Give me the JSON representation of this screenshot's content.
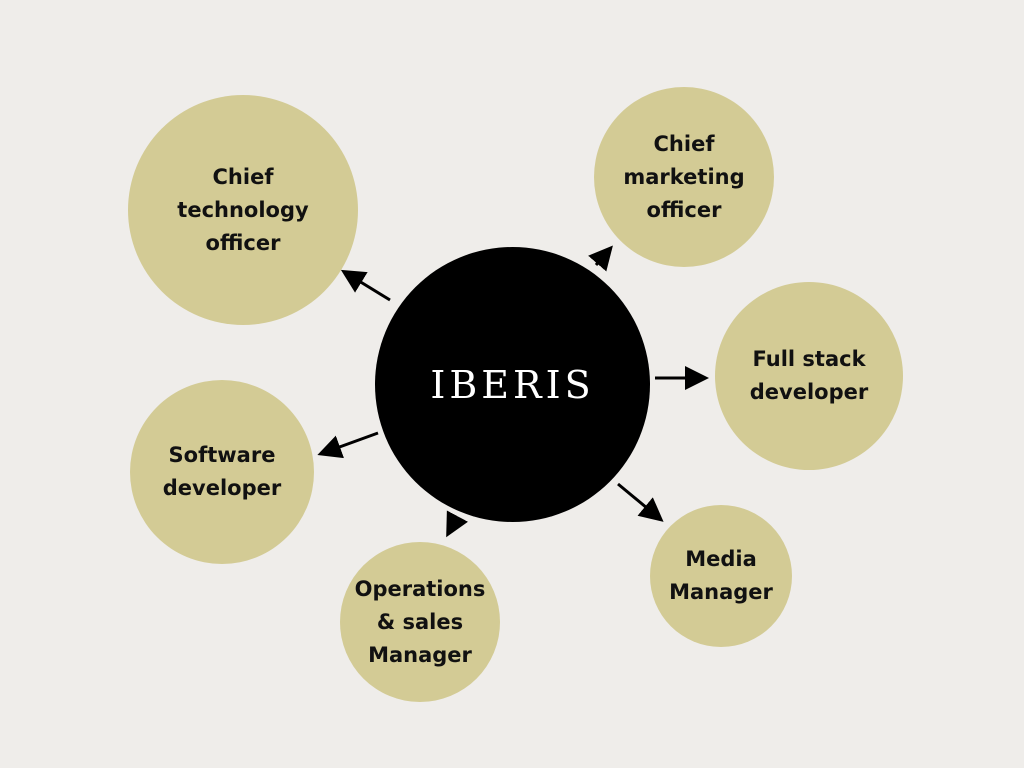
{
  "colors": {
    "background": "#efedea",
    "role_fill": "#d3cb95",
    "center_fill": "#000000",
    "center_text": "#ffffff",
    "arrow": "#000000"
  },
  "center": {
    "label": "IBERIS"
  },
  "roles": {
    "cto": "Chief\ntechnology\nofficer",
    "cmo": "Chief\nmarketing\nofficer",
    "fullstack": "Full stack\ndeveloper",
    "software": "Software\ndeveloper",
    "operations": "Operations\n& sales\nManager",
    "media": "Media\nManager"
  }
}
